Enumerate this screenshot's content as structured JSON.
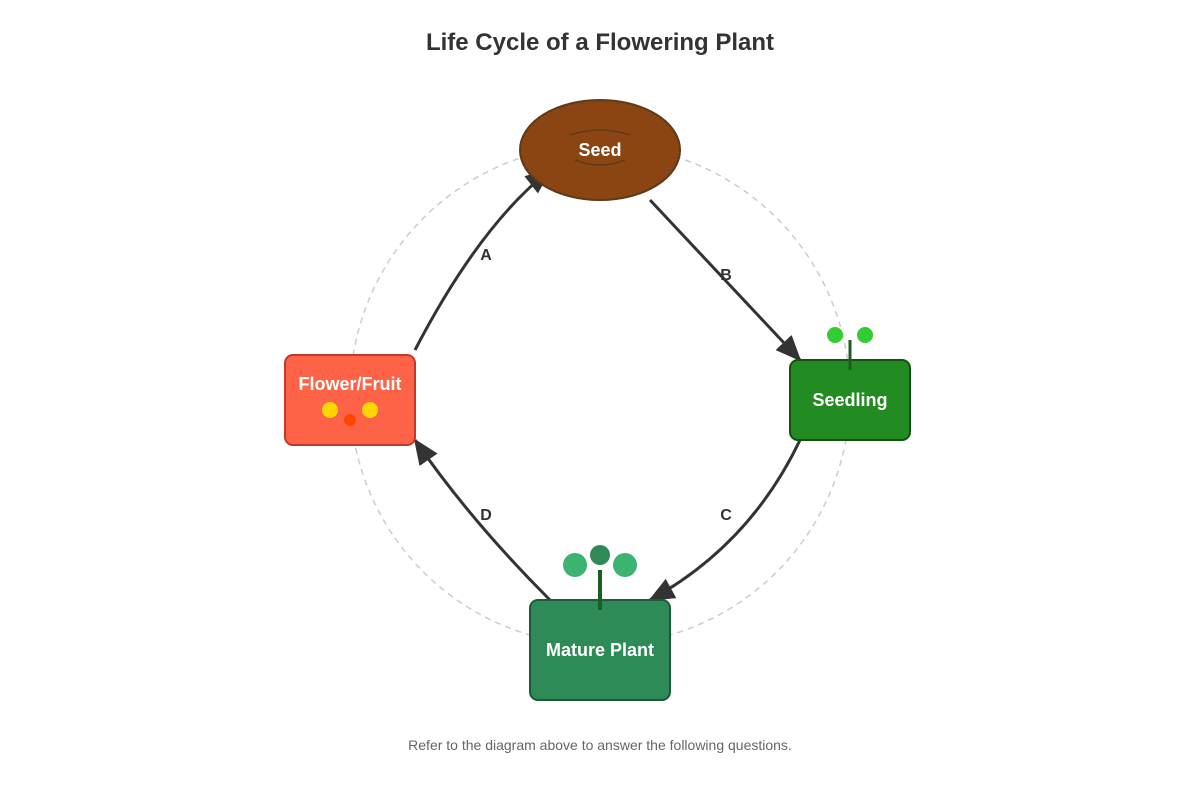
{
  "diagram": {
    "title": "Life Cycle of a Flowering Plant",
    "footer": "Refer to the diagram above to answer the following questions.",
    "nodes": {
      "seed": {
        "label": "Seed",
        "fill": "#8B4513",
        "stroke": "#5C3A1A"
      },
      "seedling": {
        "label": "Seedling",
        "fill": "#228B22",
        "stroke": "#145214"
      },
      "mature": {
        "label": "Mature Plant",
        "fill": "#2E8B57",
        "stroke": "#1D5A38"
      },
      "flower": {
        "label": "Flower/Fruit",
        "fill": "#FF6347",
        "stroke": "#C0392B"
      }
    },
    "edges": {
      "a": {
        "label": "A",
        "from": "Flower/Fruit",
        "to": "Seed"
      },
      "b": {
        "label": "B",
        "from": "Seed",
        "to": "Seedling"
      },
      "c": {
        "label": "C",
        "from": "Seedling",
        "to": "Mature Plant"
      },
      "d": {
        "label": "D",
        "from": "Mature Plant",
        "to": "Flower/Fruit"
      }
    },
    "colors": {
      "arrow": "#333333",
      "guide_circle": "#CCCCCC",
      "sprout_leaf": "#32CD32",
      "stem": "#1B5E20",
      "plant_leaf": "#3CB371",
      "plant_bud": "#2E8B57",
      "flower_petal": "#FFD700",
      "flower_center": "#FF4500"
    }
  }
}
